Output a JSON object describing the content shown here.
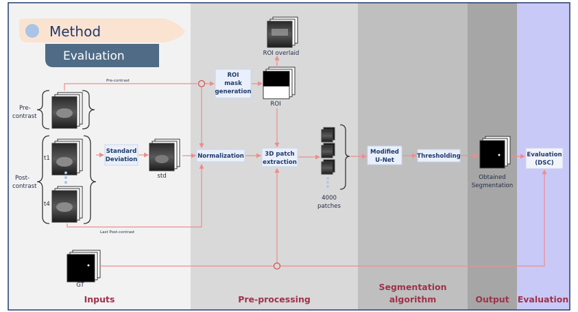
{
  "header": {
    "method_label": "Method",
    "evaluation_label": "Evaluation"
  },
  "sections": {
    "inputs": "Inputs",
    "preprocessing": "Pre-processing",
    "segmentation_line1": "Segmentation",
    "segmentation_line2": "algorithm",
    "output": "Output",
    "evaluation": "Evaluation"
  },
  "inputs": {
    "pre_line1": "Pre-",
    "pre_line2": "contrast",
    "post_line1": "Post-",
    "post_line2": "contrast",
    "t1": "t1",
    "t4": "t4",
    "gt": "GT",
    "std": "std",
    "pre_contrast_arrow": "Pre-contrast",
    "last_post_contrast_arrow": "Last Post-contrast"
  },
  "nodes": {
    "std_dev_line1": "Standard",
    "std_dev_line2": "Deviation",
    "normalization": "Normalization",
    "roi_mask_line1": "ROI",
    "roi_mask_line2": "mask",
    "roi_mask_line3": "generation",
    "patch_line1": "3D patch",
    "patch_line2": "extraction",
    "unet_line1": "Modified",
    "unet_line2": "U-Net",
    "thresholding": "Thresholding",
    "eval_line1": "Evaluation",
    "eval_line2": "(DSC)"
  },
  "labels": {
    "roi_overlaid": "ROI overlaid",
    "roi": "ROI",
    "patches_line1": "4000",
    "patches_line2": "patches",
    "obtained_line1": "Obtained",
    "obtained_line2": "Segmentation"
  },
  "colors": {
    "inputs_bg": "#f2f2f2",
    "preprocessing_bg": "#d9d9d9",
    "segmentation_bg": "#bfbfbf",
    "output_bg": "#a6a6a6",
    "evaluation_bg": "#c9c9f7",
    "section_label": "#a0314a",
    "arrow": "#f08c8c",
    "method_pill": "#fbe3d2",
    "evaluation_pill": "#4f6b86",
    "node_box": "#eaf0fb"
  }
}
